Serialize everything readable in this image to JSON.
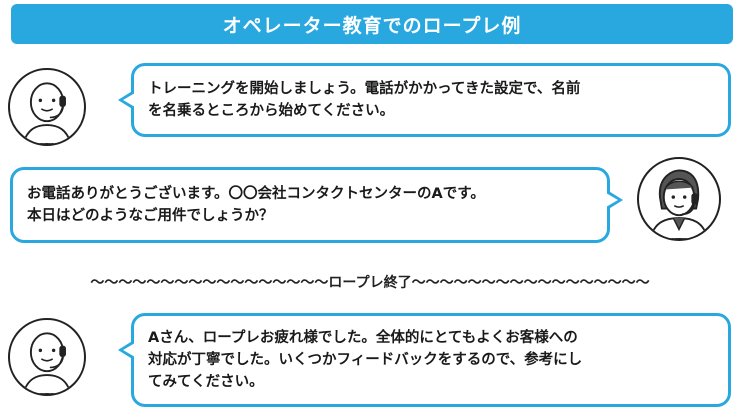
{
  "title": "オペレーター教育でのロープレ例",
  "messages": [
    {
      "speaker": "trainer",
      "text": "トレーニングを開始しましょう。電話がかかってきた設定で、名前\nを名乗るところから始めてください。"
    },
    {
      "speaker": "operator",
      "text": "お電話ありがとうございます。〇〇会社コンタクトセンターのAです。\n本日はどのようなご用件でしょうか？"
    },
    {
      "speaker": "trainer",
      "text": "Aさん、ロープレお疲れ様でした。全体的にとてもよくお客様への\n対応が丁寧でした。いくつかフィードバックをするので、参考にし\nてみてください。"
    }
  ],
  "divider": "～～～～～～～～～～～～～～～～～ロープレ終了～～～～～～～～～～～～～～～～～",
  "colors": {
    "accent": "#29a8e0",
    "outline": "#222222",
    "operator_hair": "#555555"
  },
  "icons": {
    "trainer": "headset-person-icon",
    "operator": "headset-woman-icon"
  }
}
